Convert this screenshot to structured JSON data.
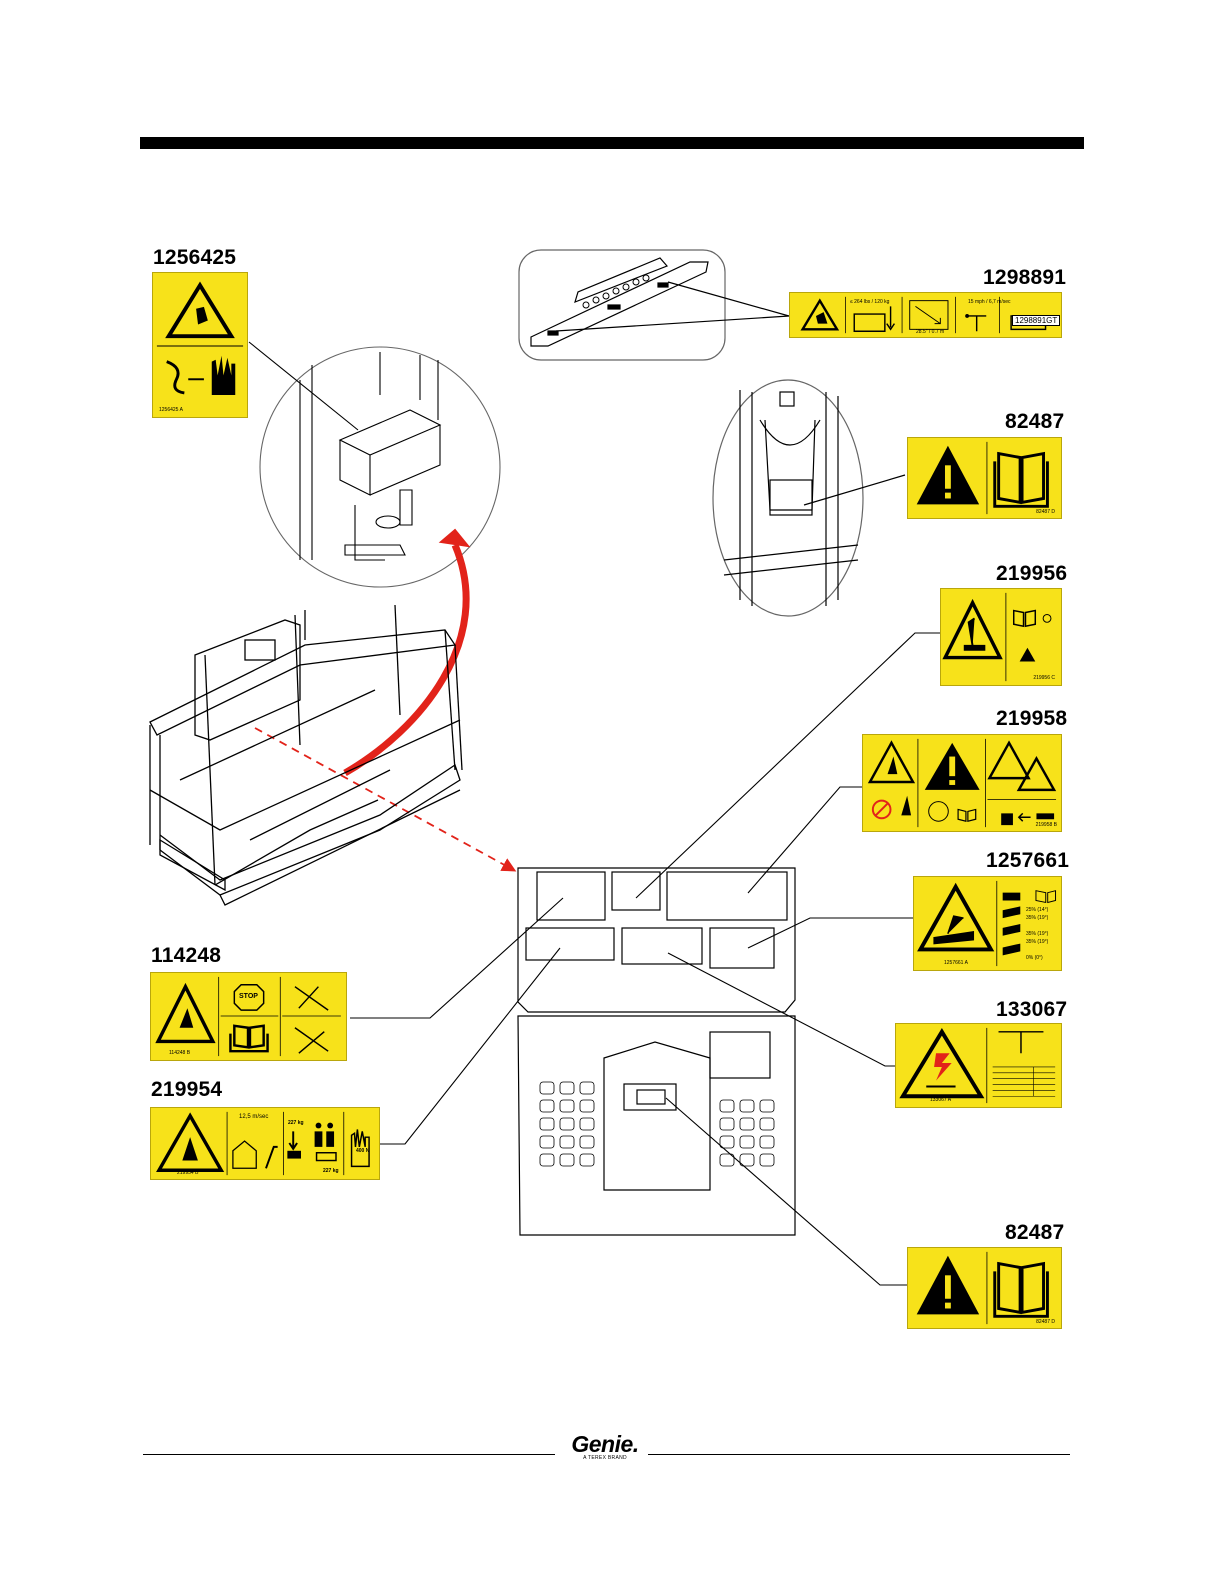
{
  "page": {
    "header_bar": ""
  },
  "parts": {
    "p1256425": {
      "number": "1256425",
      "decal_code": "1256425 A"
    },
    "p1298891": {
      "number": "1298891",
      "decal_code": "1298891GT",
      "weight_text": "≤ 264 lbs / 120 kg",
      "wind_text": "15 mph / 6,7 m/sec",
      "size_text": "28.5\" / 0.7 m"
    },
    "p82487_top": {
      "number": "82487",
      "decal_code": "82487 D"
    },
    "p219956": {
      "number": "219956",
      "decal_code": "219956 C"
    },
    "p219958": {
      "number": "219958",
      "decal_code": "219958 B"
    },
    "p1257661": {
      "number": "1257661",
      "decal_code": "1257661 A",
      "slope_1": "25% (14°)",
      "slope_2": "35% (19°)",
      "slope_3": "35% (19°)",
      "slope_4": "35% (19°)",
      "slope_5": "0% (0°)"
    },
    "p133067": {
      "number": "133067",
      "decal_code": "133067 A"
    },
    "p114248": {
      "number": "114248",
      "decal_code": "114248 B",
      "stop_text": "STOP"
    },
    "p219954": {
      "number": "219954",
      "decal_code": "219954 B",
      "wind_text": "12,5 m/sec",
      "load_top": "227 kg",
      "load_bottom": "227 kg",
      "force_text": "400 N"
    },
    "p82487_bottom": {
      "number": "82487",
      "decal_code": "82487 D"
    }
  },
  "footer": {
    "brand": "Genie.",
    "tagline": "A TEREX BRAND"
  },
  "colors": {
    "decal_yellow": "#f7e21a",
    "arrow_red": "#e2231a",
    "ink": "#000000"
  }
}
